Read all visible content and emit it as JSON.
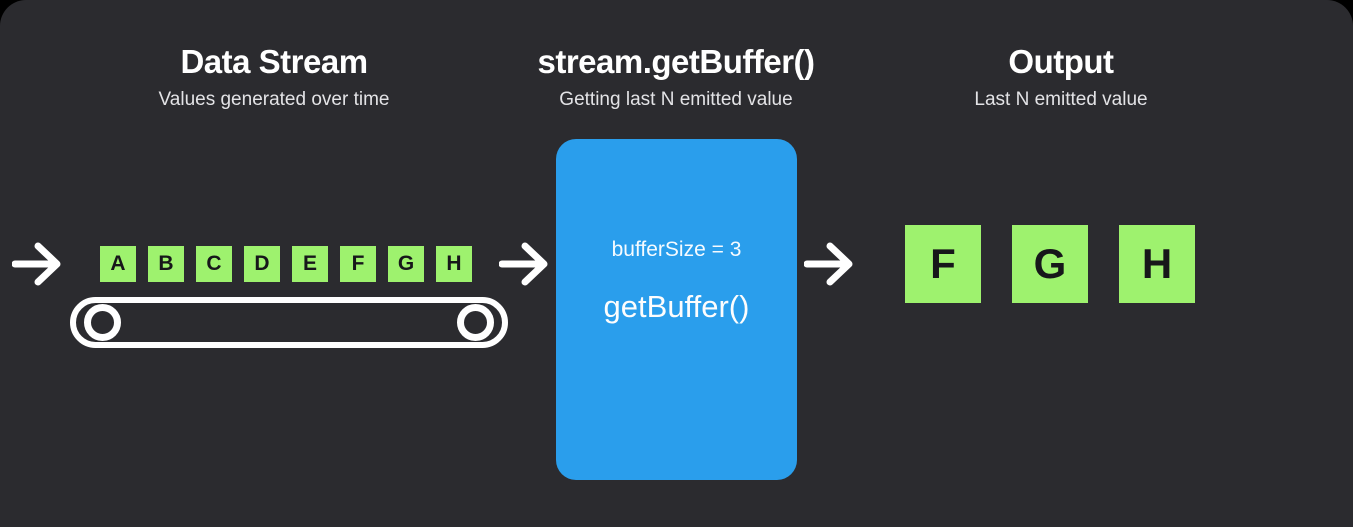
{
  "colors": {
    "bg": "#2b2b2f",
    "green": "#9ef26e",
    "blue": "#2a9eec",
    "letter": "#17171a",
    "arrow": "#ffffff"
  },
  "sections": {
    "stream": {
      "title": "Data Stream",
      "subtitle": "Values generated over time"
    },
    "buffer": {
      "title": "stream.getBuffer()",
      "subtitle": "Getting last N emitted value"
    },
    "output": {
      "title": "Output",
      "subtitle": "Last N emitted value"
    }
  },
  "stream_items": [
    "A",
    "B",
    "C",
    "D",
    "E",
    "F",
    "G",
    "H"
  ],
  "buffer_box": {
    "param": "bufferSize = 3",
    "method": "getBuffer()"
  },
  "output_items": [
    "F",
    "G",
    "H"
  ],
  "icons": {
    "arrow": "arrow-right",
    "conveyor": "conveyor-belt-with-rollers"
  }
}
